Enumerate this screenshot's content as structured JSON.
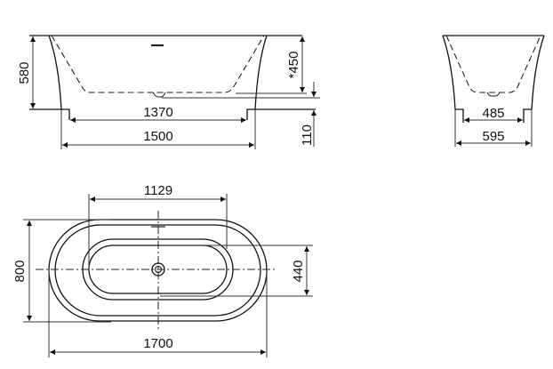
{
  "drawing": {
    "subject": "Freestanding oval bathtub technical drawing",
    "line_color": "#111111",
    "background": "#ffffff",
    "units": "mm"
  },
  "front_view": {
    "dimensions": {
      "total_height": "580",
      "inner_depth": "*450",
      "inner_base_length": "1370",
      "base_length": "1500",
      "drain_offset_height": "110"
    }
  },
  "side_view": {
    "dimensions": {
      "inner_base_width": "485",
      "base_width": "595"
    }
  },
  "plan_view": {
    "dimensions": {
      "inner_length": "1129",
      "overall_width": "800",
      "inner_width": "440",
      "overall_length": "1700"
    }
  }
}
